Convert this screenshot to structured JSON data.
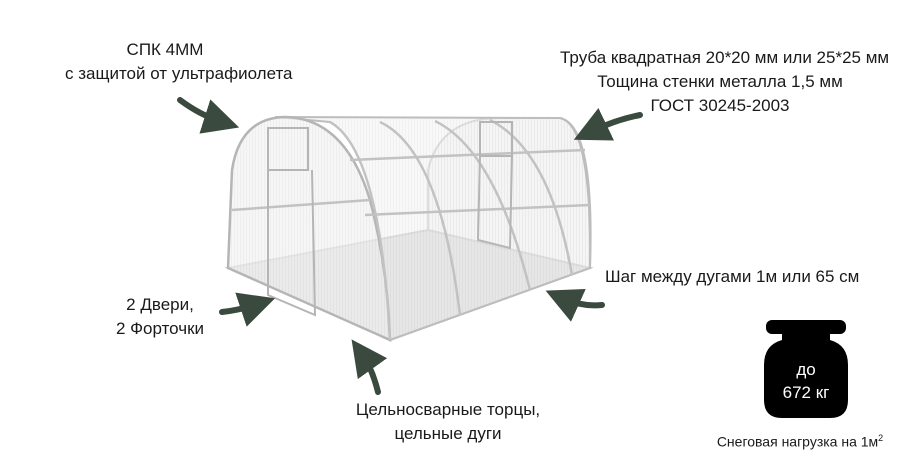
{
  "callouts": {
    "polycarbonate": [
      "СПК 4ММ",
      "с защитой от ультрафиолета"
    ],
    "frame": [
      "Труба квадратная 20*20 мм или 25*25 мм",
      "Тощина стенки металла 1,5 мм",
      "ГОСТ 30245-2003"
    ],
    "arch_step": "Шаг между дугами 1м или 65 см",
    "doors": [
      "2 Двери,",
      "2 Форточки"
    ],
    "welded": [
      "Цельносварные торцы,",
      "цельные дуги"
    ]
  },
  "snow_load": {
    "weight_line1": "до",
    "weight_line2": "672 кг",
    "caption": "Снеговая нагрузка на 1м",
    "caption_sup": "2"
  },
  "colors": {
    "arrow": "#3b4a3f",
    "frame": "#b9b9b9",
    "weight": "#000000"
  }
}
